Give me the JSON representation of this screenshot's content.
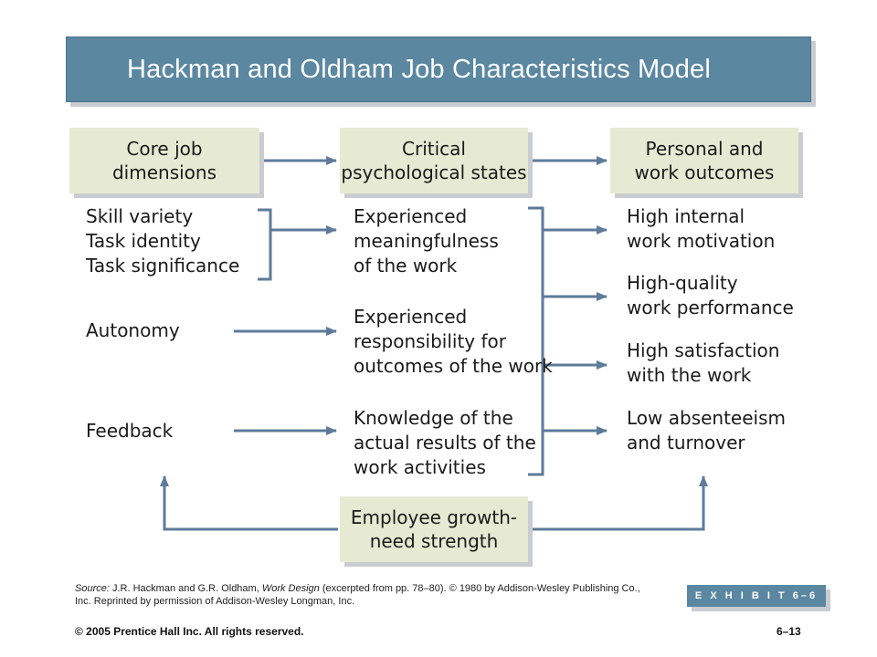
{
  "title": "Hackman and Oldham Job Characteristics Model",
  "headers": {
    "core": "Core job\ndimensions",
    "critical": "Critical\npsychological states",
    "outcomes": "Personal and\nwork outcomes"
  },
  "core_dimensions": {
    "group1": "Skill variety\nTask identity\nTask significance",
    "autonomy": "Autonomy",
    "feedback": "Feedback"
  },
  "states": {
    "meaningfulness": "Experienced\nmeaningfulness\nof the work",
    "responsibility": "Experienced\nresponsibility for\noutcomes of the work",
    "knowledge": "Knowledge of the\nactual results of the\nwork activities"
  },
  "outcomes": {
    "motivation": "High internal\nwork motivation",
    "performance": "High-quality\nwork performance",
    "satisfaction": "High satisfaction\nwith the work",
    "absenteeism": "Low absenteeism\nand turnover"
  },
  "moderator": "Employee growth-\nneed strength",
  "source": {
    "label": "Source:",
    "authors": "J.R. Hackman and G.R. Oldham,",
    "work": "Work Design",
    "rest": "(excerpted from pp. 78–80). © 1980 by Addison-Wesley Publishing Co., Inc. Reprinted by permission of Addison-Wesley Longman, Inc."
  },
  "exhibit": "E X H I B I T  6–6",
  "footer": {
    "copyright": "© 2005 Prentice Hall Inc. All rights reserved.",
    "page": "6–13"
  },
  "colors": {
    "title_bar": "#5b87a1",
    "box_fill": "#e6ead3",
    "arrow": "#5e7b99",
    "shadow": "#c9cdd1"
  }
}
